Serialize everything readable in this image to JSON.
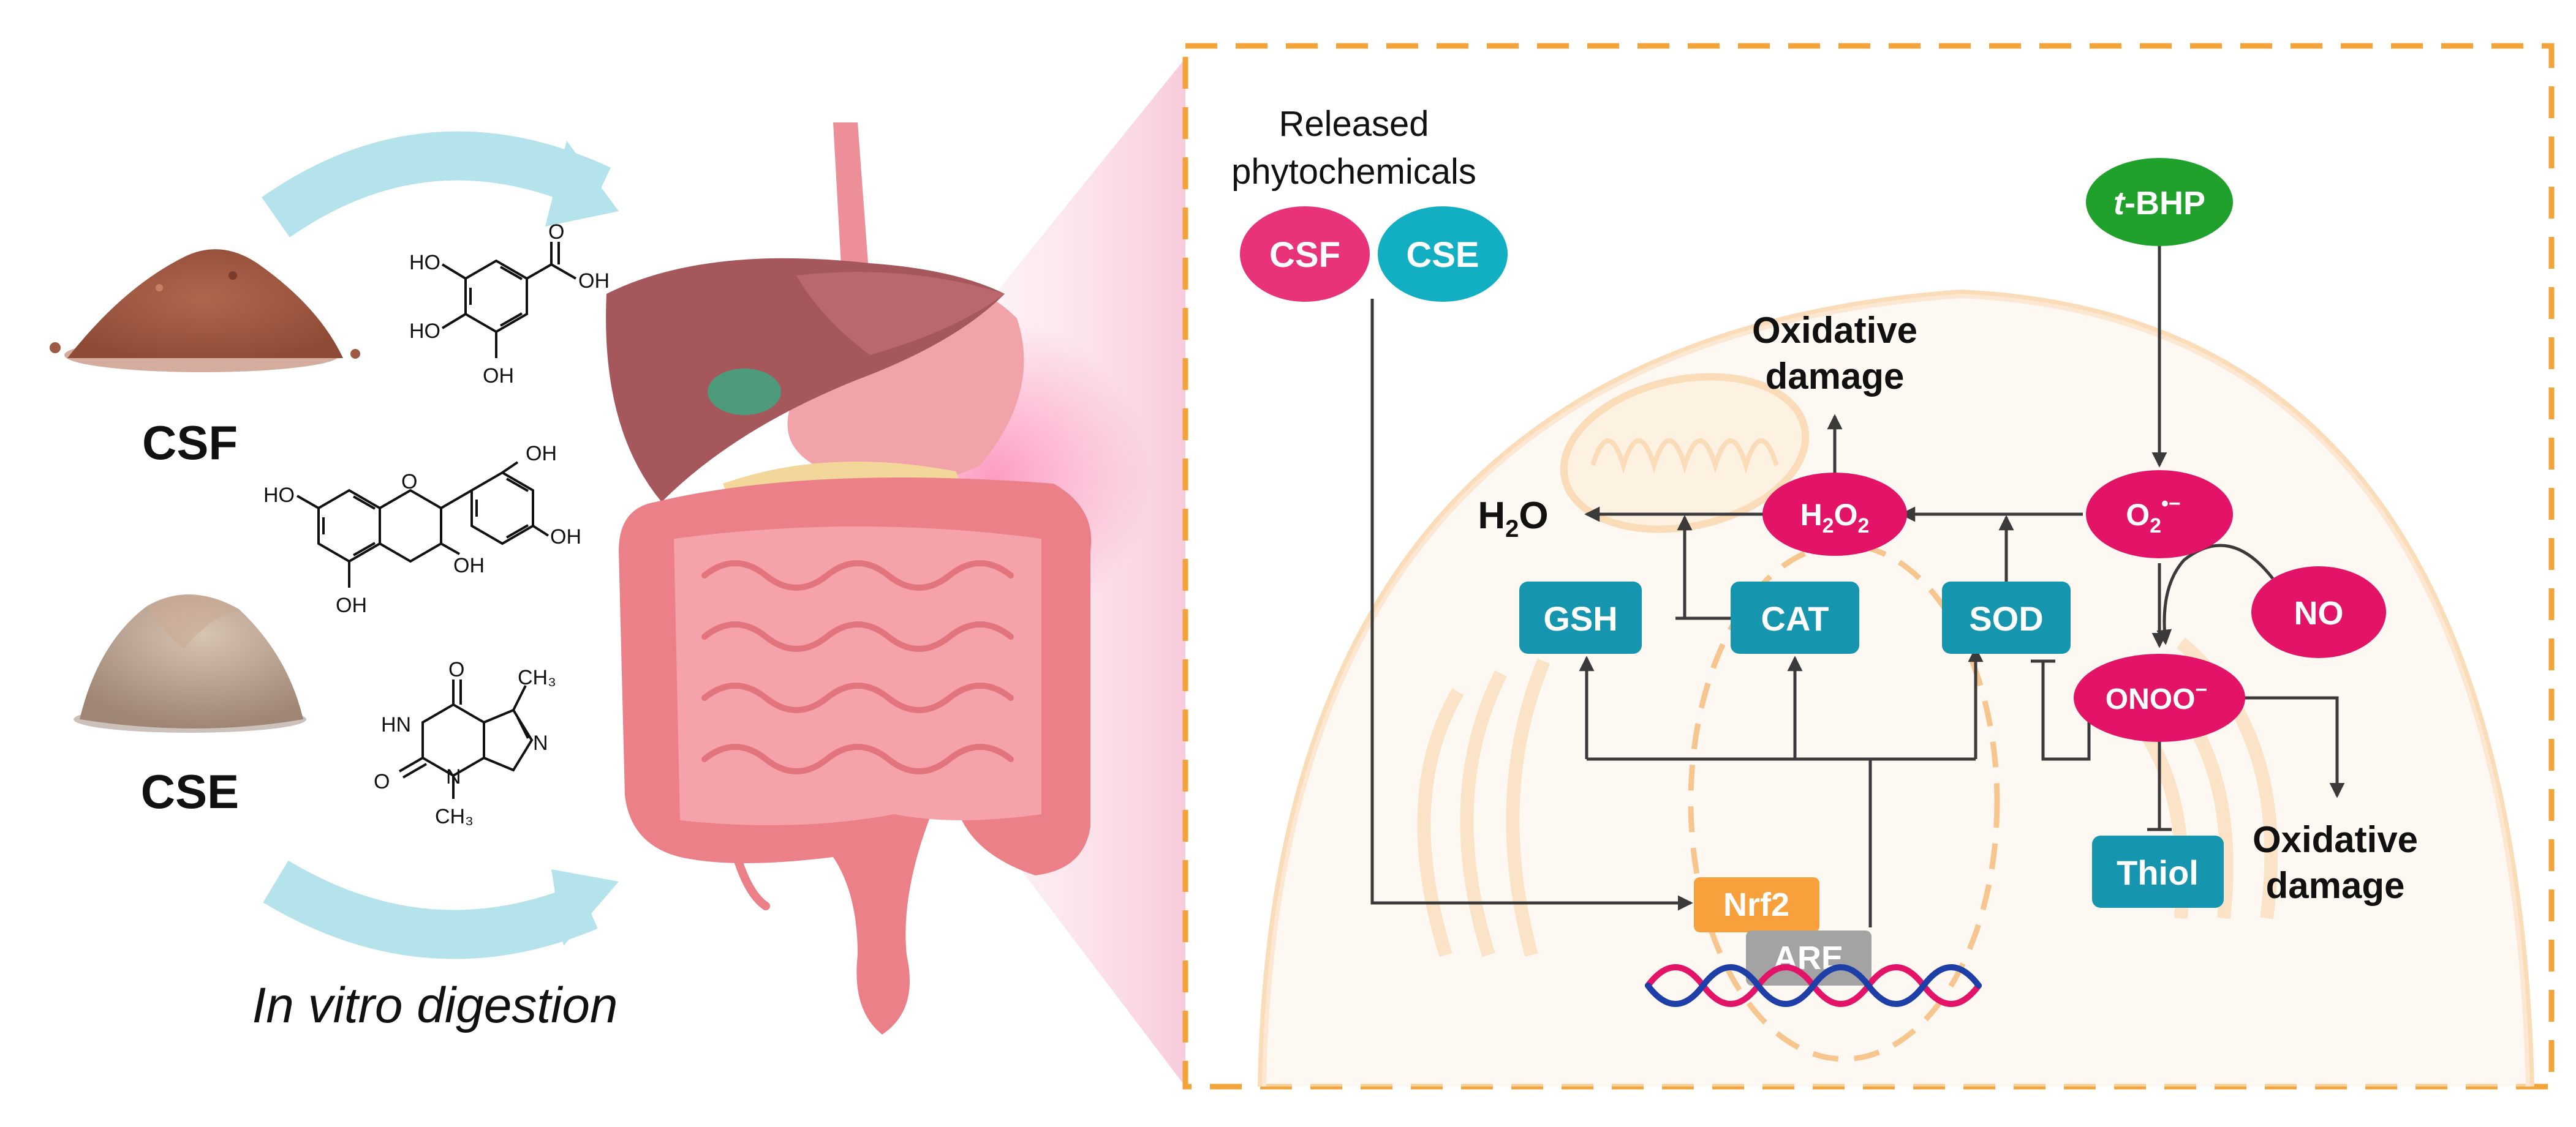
{
  "left_panel": {
    "csf_label": "CSF",
    "cse_label": "CSE",
    "digestion_label": "In vitro digestion",
    "structure_labels": {
      "s1_ho_top": "HO",
      "s1_ho_mid": "HO",
      "s1_oh_bottom": "OH",
      "s1_oh_acid": "OH",
      "s1_o": "O",
      "s2_ho_left": "HO",
      "s2_o_ring": "O",
      "s2_oh_top": "OH",
      "s2_oh_right": "OH",
      "s2_oh_c3": "OH",
      "s2_oh_bottom": "OH",
      "s3_o_top": "O",
      "s3_ch3_top": "CH₃",
      "s3_hn": "HN",
      "s3_n_ring": "N",
      "s3_o_left": "O",
      "s3_n_bottom": "N",
      "s3_ch3_bottom": "CH₃"
    }
  },
  "right_panel": {
    "released_line1": "Released",
    "released_line2": "phytochemicals",
    "csf_node": "CSF",
    "cse_node": "CSE",
    "tbhp_italic": "t",
    "tbhp_rest": "-BHP",
    "oxidative_top_line1": "Oxidative",
    "oxidative_top_line2": "damage",
    "h2o_main": "H",
    "h2o_sub": "2",
    "h2o_end": "O",
    "h2o2_h": "H",
    "h2o2_sub1": "2",
    "h2o2_o": "O",
    "h2o2_sub2": "2",
    "o2_main": "O",
    "o2_sub": "2",
    "o2_sup": "•−",
    "no_node": "NO",
    "onoo_main": "ONOO",
    "onoo_sup": "−",
    "gsh": "GSH",
    "cat": "CAT",
    "sod": "SOD",
    "thiol": "Thiol",
    "oxidative_right_line1": "Oxidative",
    "oxidative_right_line2": "damage",
    "nrf2": "Nrf2",
    "are": "ARE"
  },
  "colors": {
    "csf_pink": "#E8337A",
    "cse_teal": "#12AFC3",
    "enzyme_teal": "#1596AE",
    "tbhp_green": "#1FA12B",
    "ros_magenta": "#E31467",
    "nrf2_orange": "#F7A03C",
    "are_gray": "#A3A3A3",
    "frame_orange": "#F2A33A",
    "arrow_lightblue": "#B4E3EC"
  }
}
